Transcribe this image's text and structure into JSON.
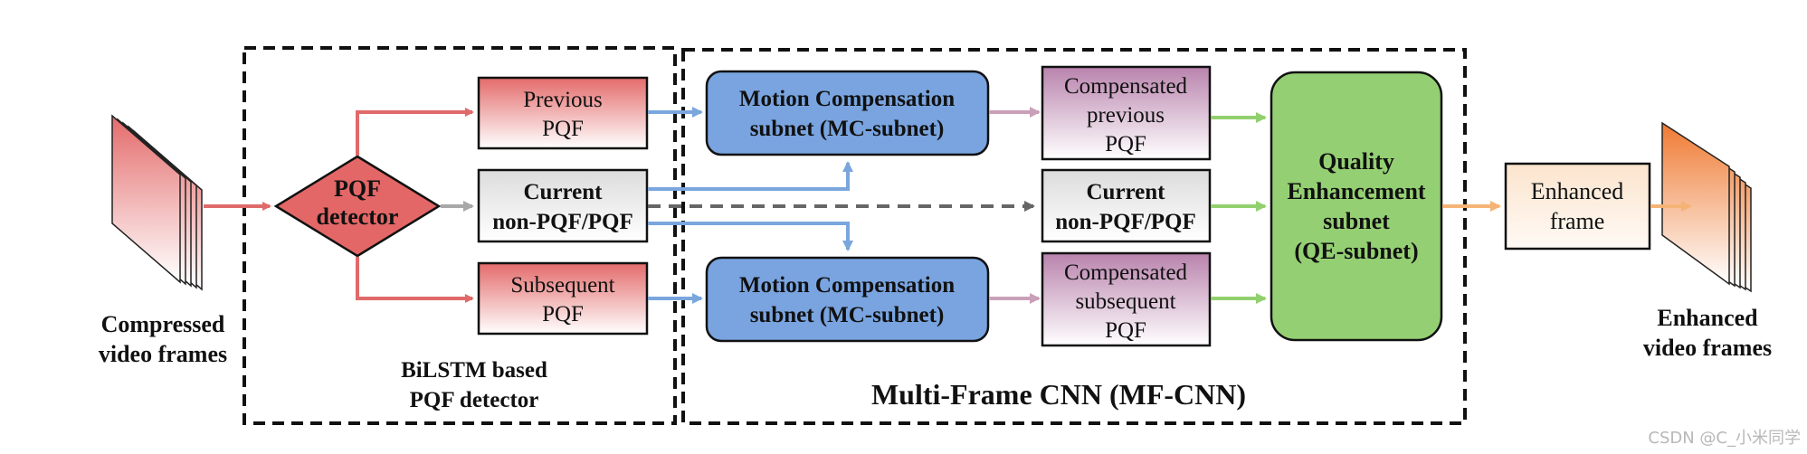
{
  "input": {
    "label_line1": "Compressed",
    "label_line2": "video frames"
  },
  "output": {
    "label_line1": "Enhanced",
    "label_line2": "video frames"
  },
  "detector_group": {
    "title_line1": "BiLSTM based",
    "title_line2": "PQF detector",
    "pqf_detector": {
      "line1": "PQF",
      "line2": "detector"
    },
    "previous_pqf": {
      "line1": "Previous",
      "line2": "PQF"
    },
    "current_frame": {
      "line1": "Current",
      "line2": "non-PQF/PQF"
    },
    "subsequent_pqf": {
      "line1": "Subsequent",
      "line2": "PQF"
    }
  },
  "mfcnn_group": {
    "title": "Multi-Frame CNN (MF-CNN)",
    "mc_top": {
      "line1": "Motion Compensation",
      "line2": "subnet (MC-subnet)"
    },
    "mc_bottom": {
      "line1": "Motion Compensation",
      "line2": "subnet (MC-subnet)"
    },
    "comp_previous": {
      "line1": "Compensated",
      "line2": "previous",
      "line3": "PQF"
    },
    "current_frame": {
      "line1": "Current",
      "line2": "non-PQF/PQF"
    },
    "comp_subsequent": {
      "line1": "Compensated",
      "line2": "subsequent",
      "line3": "PQF"
    },
    "qe": {
      "line1": "Quality",
      "line2": "Enhancement",
      "line3": "subnet",
      "line4": "(QE-subnet)"
    }
  },
  "enhanced_frame": {
    "line1": "Enhanced",
    "line2": "frame"
  },
  "watermark": "CSDN @C_小米同学",
  "colors": {
    "red_arrow": "#e06a6a",
    "blue_arrow": "#7aa6dd",
    "pink_arrow": "#c9a0b8",
    "green_arrow": "#92d06e",
    "orange_arrow": "#f5b475",
    "gray_arrow": "#a8a8a8",
    "mc_fill": "#79a4e0",
    "qe_fill": "#95cf73",
    "detector_fill": "#e46767"
  }
}
